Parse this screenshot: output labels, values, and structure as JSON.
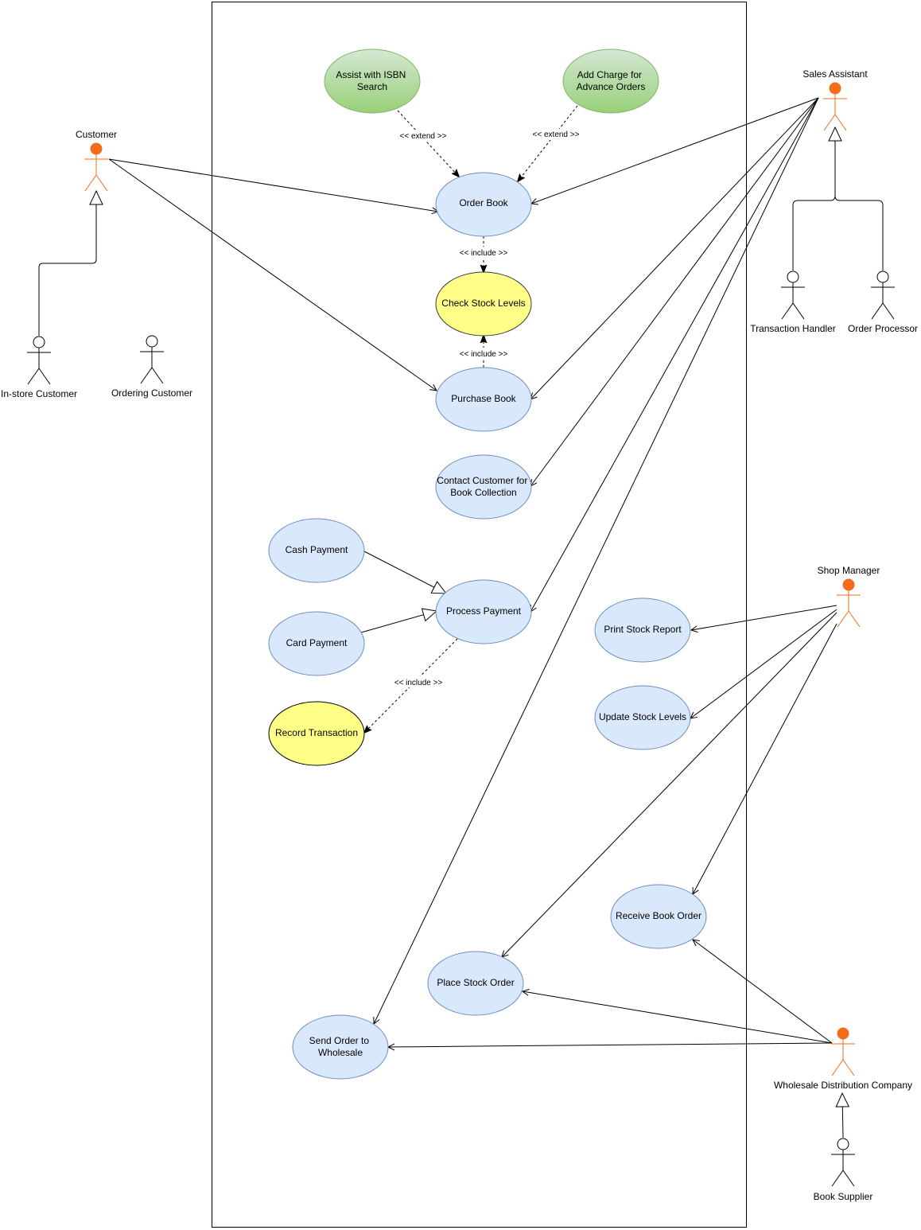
{
  "use_cases": {
    "assist_isbn": [
      "Assist with ISBN",
      "Search"
    ],
    "add_charge": [
      "Add Charge for",
      "Advance  Orders"
    ],
    "order_book": [
      "Order Book"
    ],
    "check_stock": [
      "Check Stock Levels"
    ],
    "purchase_book": [
      "Purchase Book"
    ],
    "contact_customer": [
      "Contact Customer for",
      "Book Collection"
    ],
    "cash_payment": [
      "Cash Payment"
    ],
    "card_payment": [
      "Card Payment"
    ],
    "process_payment": [
      "Process Payment"
    ],
    "record_transaction": [
      "Record Transaction"
    ],
    "print_stock_report": [
      "Print Stock Report"
    ],
    "update_stock_levels": [
      "Update Stock Levels"
    ],
    "receive_book_order": [
      "Receive Book Order"
    ],
    "place_stock_order": [
      "Place Stock Order"
    ],
    "send_order_wholesale": [
      "Send Order to",
      "Wholesale"
    ]
  },
  "use_case_colors": {
    "blue_fill": "#dae8fc",
    "blue_stroke": "#6c8ebf",
    "green_top": "#d5e8d4",
    "green_bottom": "#97d077",
    "green_stroke": "#82b366",
    "yellow_fill": "#ffff88",
    "yellow_stroke": "#36393d",
    "primary_actor_color": "#f26c1a",
    "secondary_actor_color": "#000000"
  },
  "actors": {
    "customer": "Customer",
    "instore_customer": "In-store Customer",
    "ordering_customer": "Ordering Customer",
    "sales_assistant": "Sales Assistant",
    "transaction_handler": "Transaction Handler",
    "order_processor": "Order Processor",
    "shop_manager": "Shop Manager",
    "wholesale_company": "Wholesale Distribution Company",
    "book_supplier": "Book Supplier"
  },
  "relation_labels": {
    "extend_isbn": "<<  extend >>",
    "extend_charge": "<< extend >>",
    "include_check_order": "<< include >>",
    "include_check_purchase": "<< include >>",
    "include_record": "<< include >>"
  }
}
